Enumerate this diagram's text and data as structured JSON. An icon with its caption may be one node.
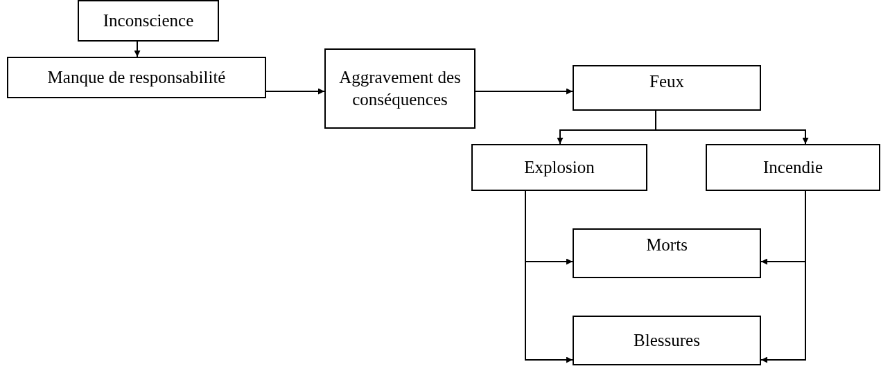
{
  "diagram": {
    "nodes": [
      {
        "text": [
          "Inconscience"
        ]
      },
      {
        "text": [
          "Manque de responsabilité"
        ]
      },
      {
        "text": [
          "Aggravement des conséquences"
        ]
      },
      {
        "text": [
          "Feux"
        ]
      },
      {
        "text": [
          "Explosion"
        ]
      },
      {
        "text": [
          "Incendie"
        ]
      },
      {
        "text": [
          "Morts"
        ]
      },
      {
        "text": [
          "Blessures"
        ]
      }
    ],
    "edges": [
      {
        "from": 0,
        "to": 1,
        "arrow": "to"
      },
      {
        "from": 1,
        "to": 2,
        "arrow": "to"
      },
      {
        "from": 2,
        "to": 3,
        "arrow": "to"
      },
      {
        "from": 3,
        "to": 4,
        "arrow": "to"
      },
      {
        "from": 3,
        "to": 5,
        "arrow": "to"
      },
      {
        "from": 4,
        "to": 6,
        "arrow": "to"
      },
      {
        "from": 4,
        "to": 7,
        "arrow": "to"
      },
      {
        "from": 5,
        "to": 6,
        "arrow": "to"
      },
      {
        "from": 5,
        "to": 7,
        "arrow": "to"
      }
    ]
  }
}
